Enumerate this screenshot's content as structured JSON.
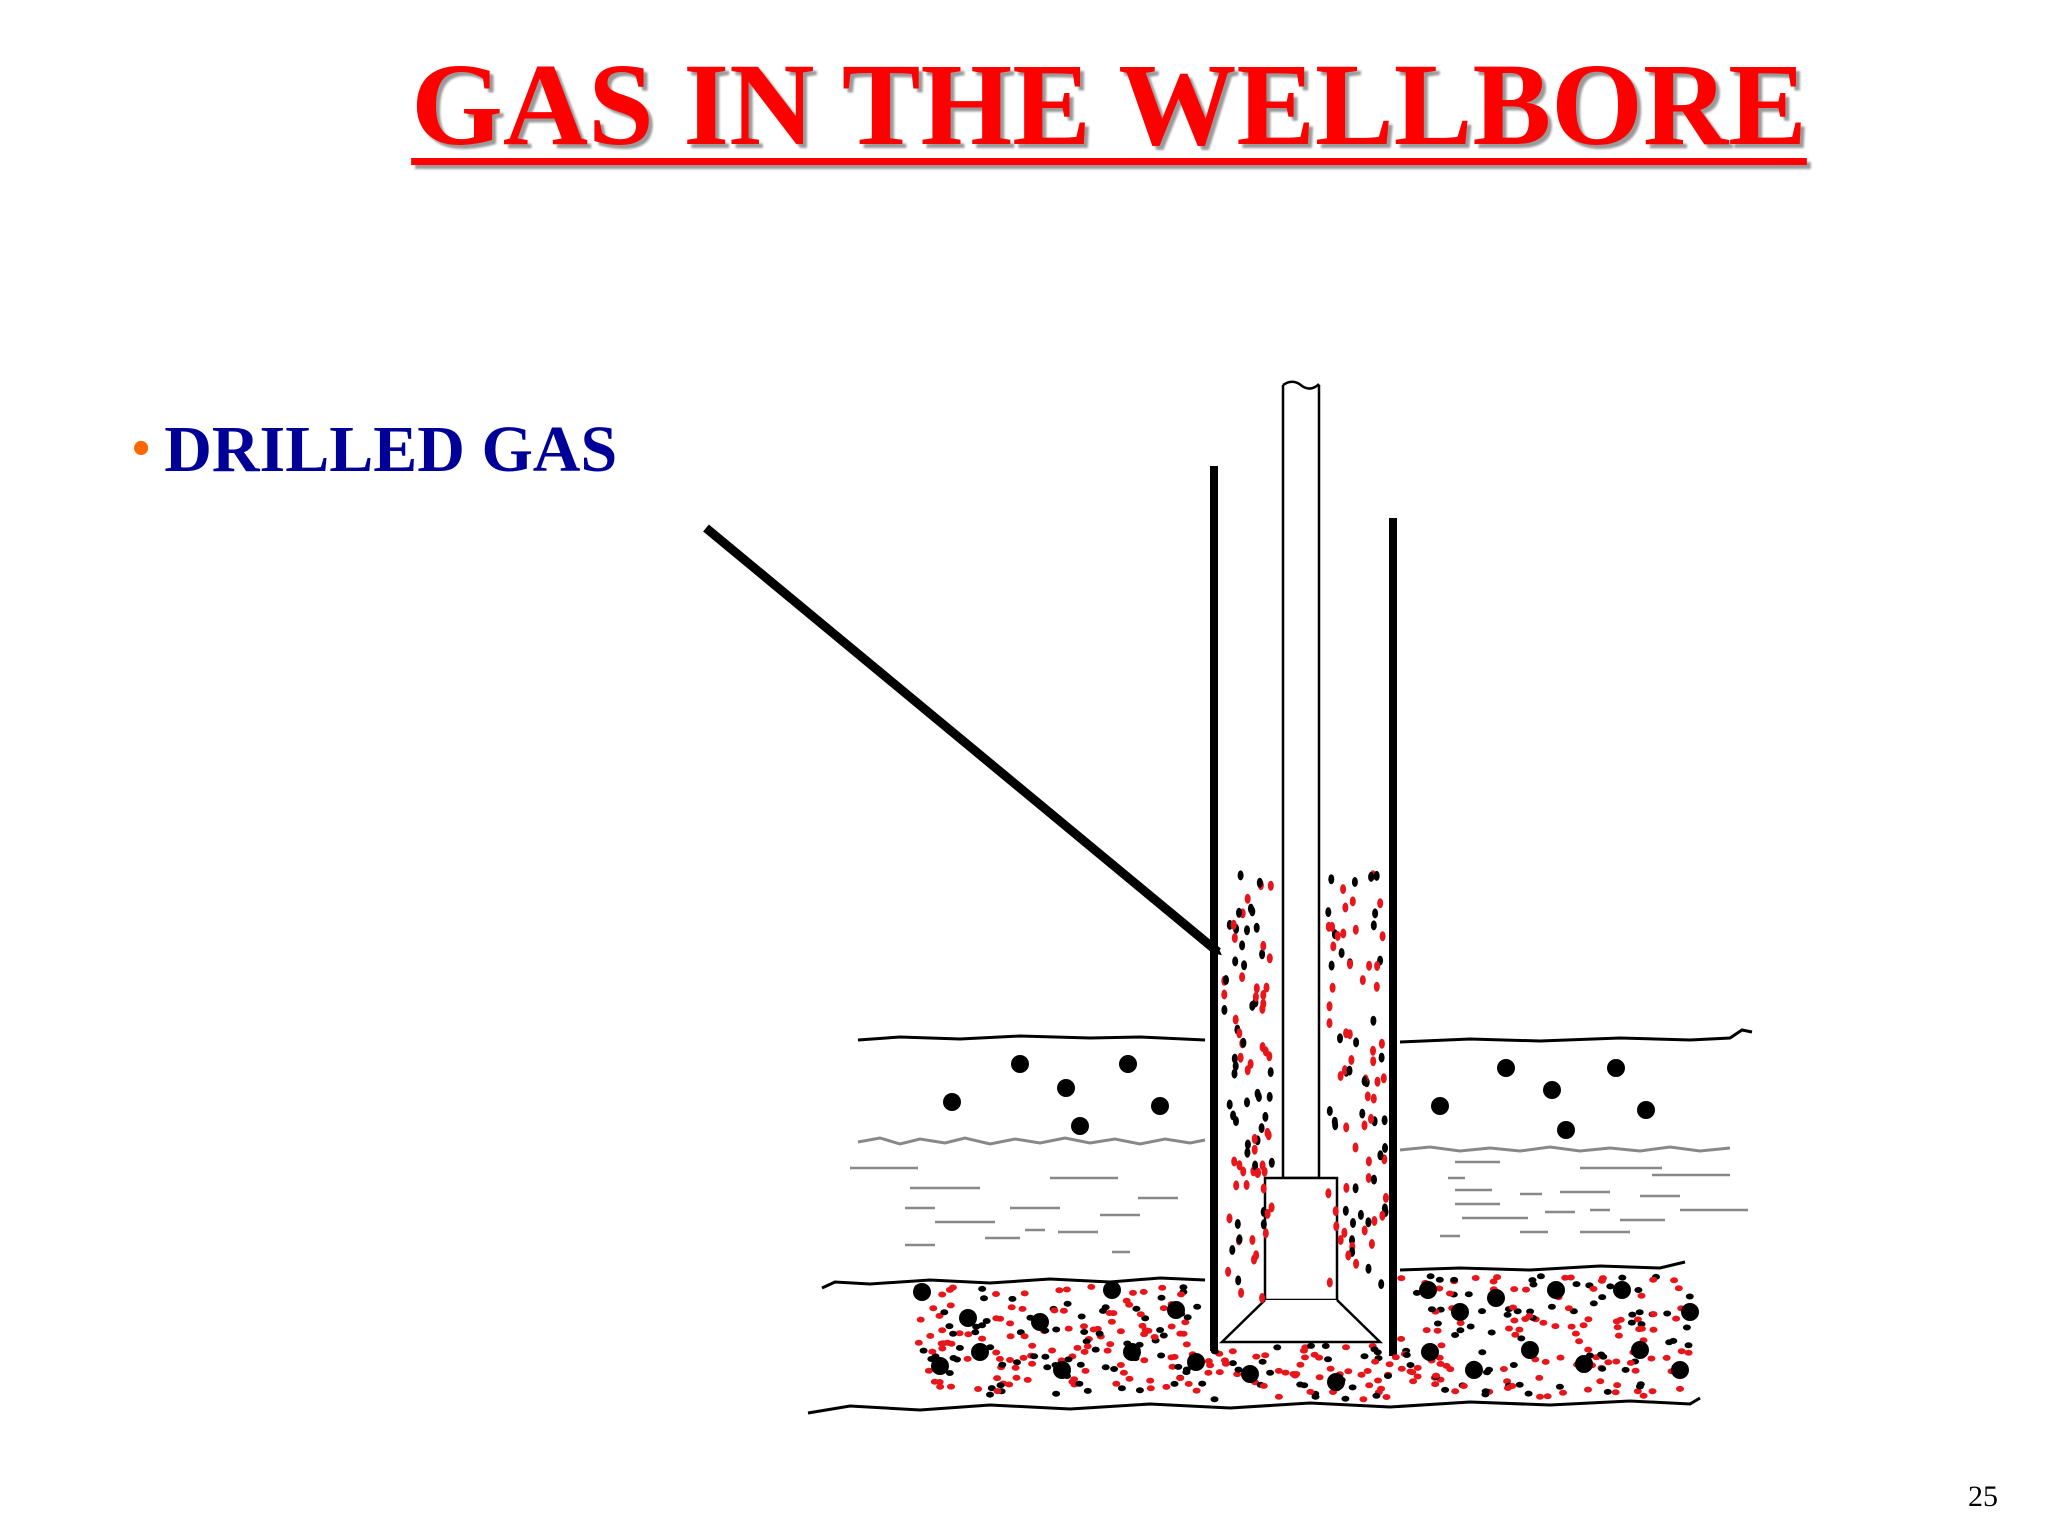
{
  "slide": {
    "title": "GAS IN THE WELLBORE",
    "bullet": "DRILLED GAS",
    "page_number": "25"
  },
  "colors": {
    "title": "#ff0000",
    "bullet_text": "#000099",
    "bullet_dot": "#ff6600",
    "gas_red": "#e8161b",
    "gas_black": "#000000",
    "hatch_gray": "#888888"
  },
  "icons": {
    "bullet": "bullet-dot"
  }
}
